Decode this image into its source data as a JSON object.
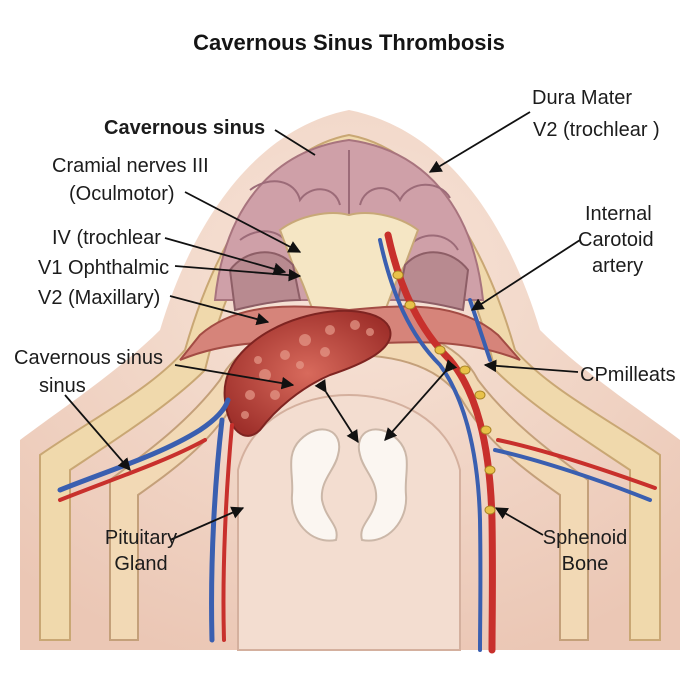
{
  "title": "Cavernous Sinus Thrombosis",
  "labels": {
    "dura_mater": "Dura Mater",
    "v2_trochlear_right": "V2 (trochlear )",
    "cavernous_sinus": "Cavernous sinus",
    "cranial_nerves_1": "Cramial nerves III",
    "cranial_nerves_2": "(Oculmotor)",
    "iv_trochlear": "IV (trochlear",
    "v1_ophthalmic": "V1 Ophthalmic",
    "v2_maxillary": "V2 (Maxillary)",
    "internal": "Internal",
    "carotoid": "Carotoid",
    "artery": "artery",
    "cavernous_sinus_2a": "Cavernous sinus",
    "cavernous_sinus_2b": "sinus",
    "cpmilleats": "CPmilleats",
    "pituitary_1": "Pituitary",
    "pituitary_2": "Gland",
    "sphenoid_1": "Sphenoid",
    "sphenoid_2": "Bone"
  },
  "colors": {
    "skin": "#f4d9c9",
    "bone": "#f3e3bd",
    "brain": "#d9b9c3",
    "dura": "#efcfa7",
    "sinus": "#c8443d",
    "vein": "#3a5fb0",
    "artery": "#c8302c",
    "nerve": "#e8c24a",
    "tissue": "#b8534c",
    "pit": "#f7f0ea"
  }
}
